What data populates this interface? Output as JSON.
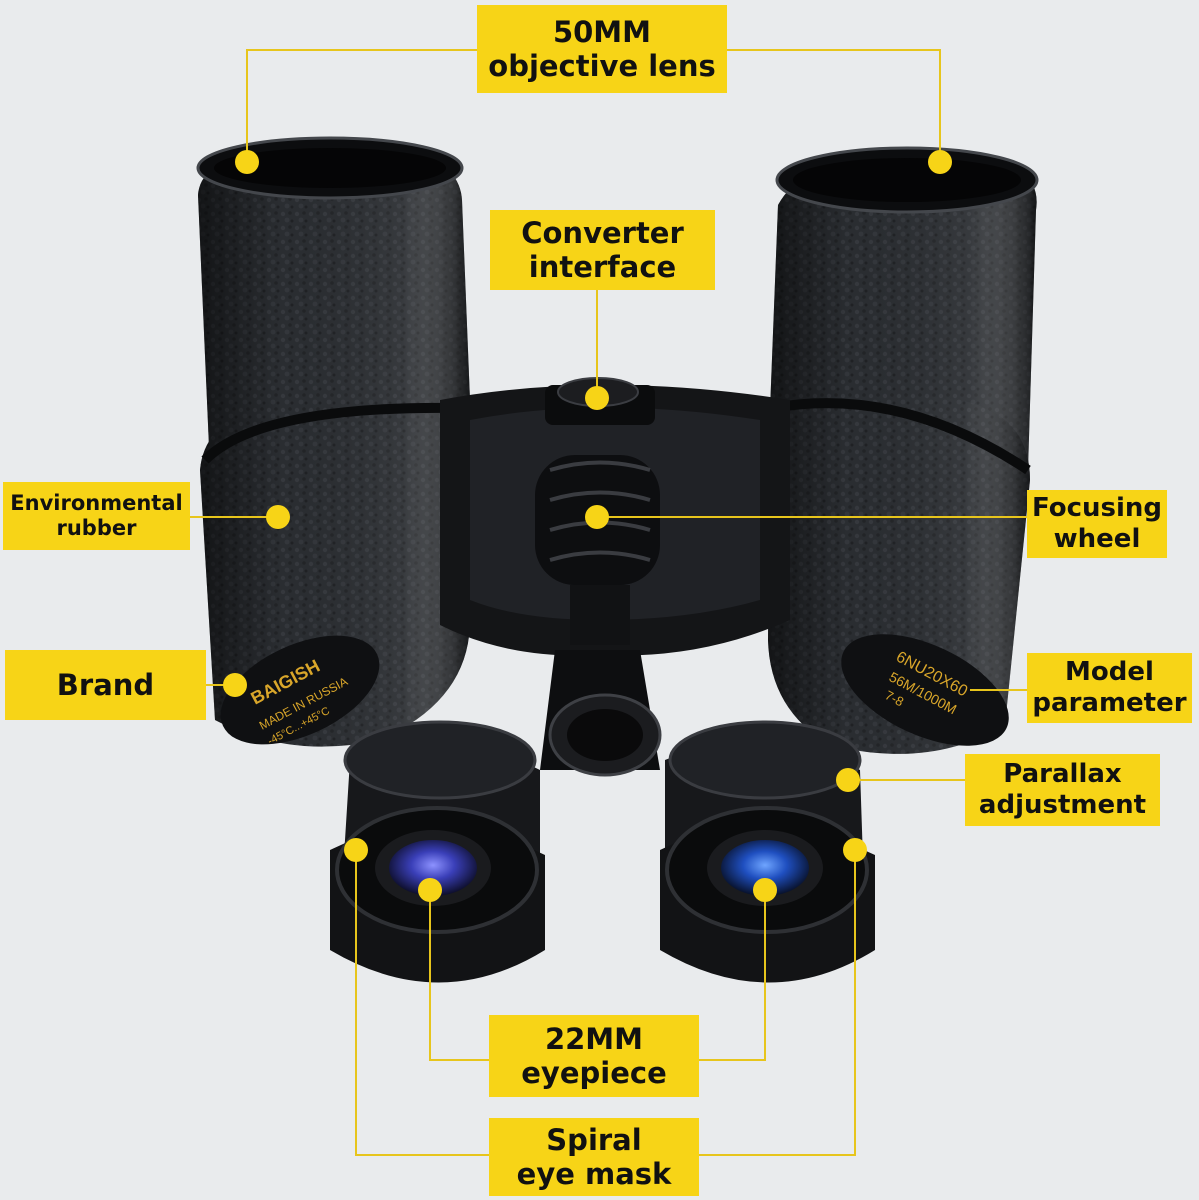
{
  "callouts": {
    "objective_lens": {
      "line1": "50MM",
      "line2": "objective lens"
    },
    "converter_interface": {
      "line1": "Converter",
      "line2": "interface"
    },
    "environmental_rubber": {
      "line1": "Environmental",
      "line2": "rubber"
    },
    "focusing_wheel": {
      "line1": "Focusing",
      "line2": "wheel"
    },
    "brand": {
      "line1": "Brand"
    },
    "model_parameter": {
      "line1": "Model",
      "line2": "parameter"
    },
    "parallax_adjustment": {
      "line1": "Parallax",
      "line2": "adjustment"
    },
    "eyepiece": {
      "line1": "22MM",
      "line2": "eyepiece"
    },
    "eye_mask": {
      "line1": "Spiral",
      "line2": "eye mask"
    }
  },
  "engravings": {
    "left_barrel": {
      "brand": "BAIGISH",
      "origin": "MADE IN RUSSIA",
      "temp": "-45°C...+45°C"
    },
    "right_barrel": {
      "model": "6NU20X60",
      "line2": "56M/1000M",
      "line3": "7-8"
    }
  },
  "colors": {
    "background": "#e9ebed",
    "callout_fill": "#f7d417",
    "marker": "#f7d417",
    "leader_line": "#e7c51c",
    "body": "#1a1c1f",
    "engraving": "#d9a62a",
    "lens_coating": "#3a3fb8"
  }
}
